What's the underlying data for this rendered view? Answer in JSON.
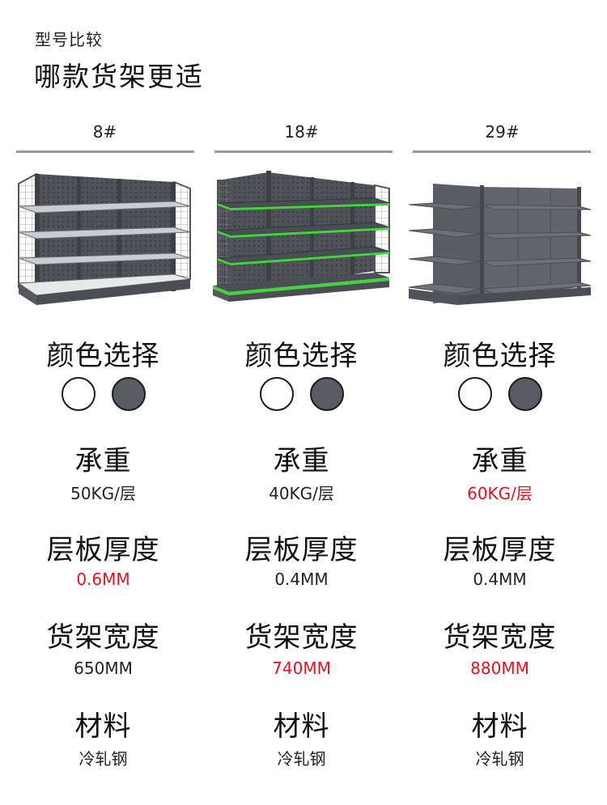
{
  "header": {
    "subtitle": "型号比较",
    "title": "哪款货架更适"
  },
  "labels": {
    "color": "颜色选择",
    "load": "承重",
    "thickness": "层板厚度",
    "width": "货架宽度",
    "material": "材料"
  },
  "swatch_colors": [
    "#ffffff",
    "#595d63"
  ],
  "highlight_color": "#e0141e",
  "models": [
    {
      "name": "8#",
      "shelf_style": "grey-pegboard-white-edge",
      "load": "50KG/层",
      "load_highlight": false,
      "thickness": "0.6MM",
      "thickness_highlight": true,
      "width": "650MM",
      "width_highlight": false,
      "material": "冷轧钢"
    },
    {
      "name": "18#",
      "shelf_style": "grey-pegboard-green-edge",
      "load": "40KG/层",
      "load_highlight": false,
      "thickness": "0.4MM",
      "thickness_highlight": false,
      "width": "740MM",
      "width_highlight": true,
      "material": "冷轧钢"
    },
    {
      "name": "29#",
      "shelf_style": "grey-solid-backboard",
      "load": "60KG/层",
      "load_highlight": true,
      "thickness": "0.4MM",
      "thickness_highlight": false,
      "width": "880MM",
      "width_highlight": true,
      "material": "冷轧钢"
    }
  ]
}
